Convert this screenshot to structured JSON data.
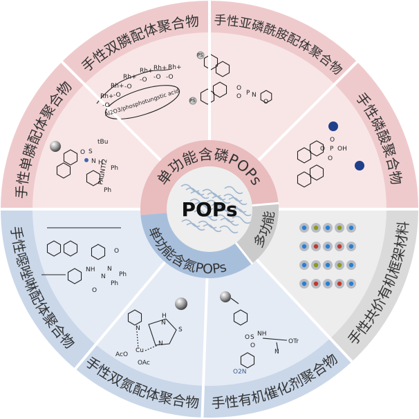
{
  "center": {
    "label": "POPs"
  },
  "inner_ring": {
    "phosphorus": "单功能含磷POPs",
    "nitrogen": "单功能含氮POPs",
    "multi": "多功能"
  },
  "sectors": {
    "monophosphine": "手性单膦配体聚合物",
    "diphosphine": "手性双膦配体聚合物",
    "phosphoramidite": "手性亚磷酰胺配体聚合物",
    "phosphoric_acid": "手性磷酸聚合物",
    "cof": "手性共价有机框架材料",
    "organocatalyst": "手性有机催化剂聚合物",
    "diamine": "手性双氮配体聚合物",
    "oxazoline": "手性噁唑啉配体聚合物"
  },
  "molecule_labels": {
    "monophosphine": [
      "O",
      "S",
      "tBu",
      "N",
      "H",
      "PAuNTf2",
      "Ph",
      "Ph"
    ],
    "diphosphine": [
      "Rh+",
      "Rh+",
      "Rh+",
      "Rh+",
      "Rh+",
      "Rh+",
      "-O",
      "-O",
      "-O",
      "-O",
      "-O",
      "-O",
      "Al2O3/phosphotungstic acid"
    ],
    "phosphoramidite": [
      "PS",
      "PS",
      "O",
      "O",
      "P",
      "N",
      "O"
    ],
    "phosphoric_acid": [
      "O",
      "O",
      "P",
      "OH",
      "O"
    ],
    "oxazoline": [
      "NH",
      "N",
      "O",
      "Ph",
      "N",
      "O",
      "Ph"
    ],
    "diamine": [
      "N",
      "H",
      "N",
      "S",
      "N",
      "Cu",
      "AcO",
      "OAc"
    ],
    "organocatalyst": [
      "O",
      "S",
      "O",
      "NH",
      "OTr",
      "N",
      "O2N"
    ]
  },
  "colors": {
    "pink_band": "#efcacc",
    "pink_inner": "#f8e6e7",
    "pink_ring": "#e9bcbe",
    "blue_band": "#c9d7e9",
    "blue_inner": "#e4ebf5",
    "blue_ring": "#a8bfdc",
    "gray_band": "#dadada",
    "gray_inner": "#ededed",
    "gray_ring": "#cbcbcb",
    "center": "#eeeeee"
  }
}
